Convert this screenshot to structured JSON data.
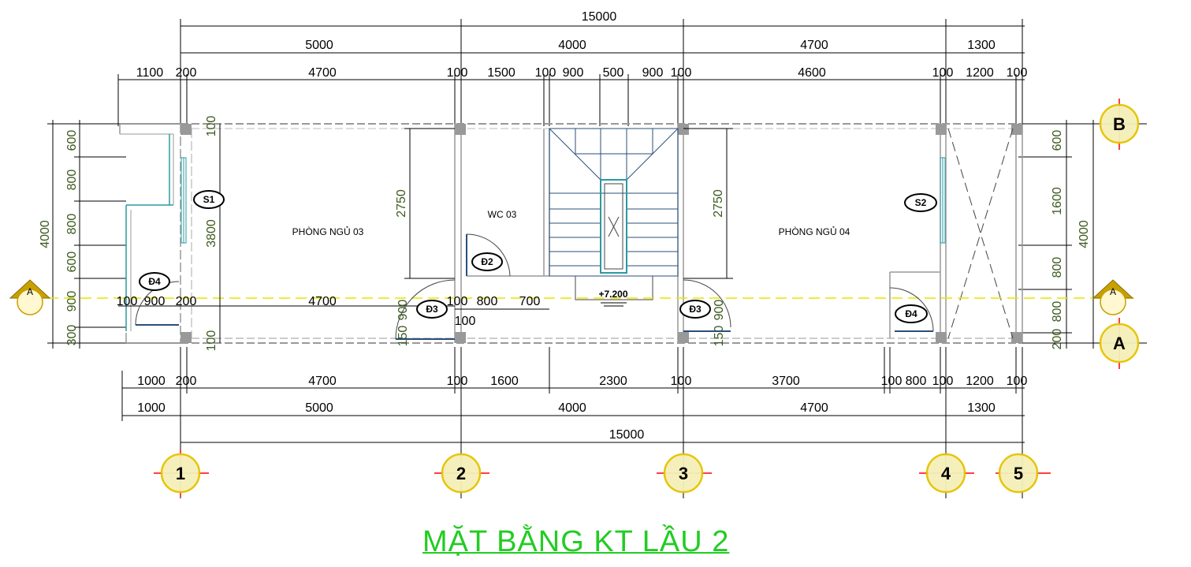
{
  "title": "MẶT BẰNG KT LẦU 2",
  "rooms": {
    "bedroom3": "PHÒNG NGỦ 03",
    "bedroom4": "PHÒNG NGỦ 04",
    "wc3": "WC 03",
    "level": "+7.200"
  },
  "grid_axes": {
    "vertical": [
      "1",
      "2",
      "3",
      "4",
      "5"
    ],
    "horizontal": [
      "B",
      "A"
    ],
    "section": "A"
  },
  "tags": {
    "s1": "S1",
    "s2": "S2",
    "d2": "Đ2",
    "d3_left": "Đ3",
    "d3_right": "Đ3",
    "d4_left": "Đ4",
    "d4_right": "Đ4"
  },
  "dims_top": {
    "total": "15000",
    "row2": [
      "5000",
      "4000",
      "4700",
      "1300"
    ],
    "row3": [
      "1100",
      "200",
      "4700",
      "100",
      "1500",
      "100",
      "900",
      "500",
      "900",
      "100",
      "4600",
      "100",
      "1200",
      "100"
    ]
  },
  "dims_bottom": {
    "row1": [
      "1000",
      "200",
      "4700",
      "100",
      "1600",
      "2300",
      "100",
      "3700",
      "100",
      "800",
      "100",
      "1200",
      "100"
    ],
    "row2": [
      "1000",
      "5000",
      "4000",
      "4700",
      "1300"
    ],
    "total": "15000"
  },
  "dims_left": {
    "total": "4000",
    "parts": [
      "600",
      "800",
      "800",
      "600",
      "900",
      "300"
    ]
  },
  "dims_right": {
    "total": "4000",
    "parts": [
      "600",
      "1600",
      "800",
      "800",
      "200"
    ]
  },
  "dims_interior": {
    "h2750_left": "2750",
    "h2750_right": "2750",
    "v100_top": "100",
    "v3800": "3800",
    "v100_bot": "100",
    "row_left": [
      "100",
      "900",
      "200",
      "4700"
    ],
    "row_mid": [
      "100",
      "800",
      "700"
    ],
    "mid_100": "100",
    "v150_left": "150",
    "v900_left": "900",
    "v150_right": "150",
    "v900_right": "900"
  },
  "colors": {
    "wall": "#b5b5b5",
    "dimension_text_vertical": "#3c5a1e",
    "title": "#22cc22",
    "axis_marker_fill": "#f5f0b8",
    "axis_marker_ring": "#e6c200",
    "axis_cross": "#ff0000",
    "section_line": "#e6e600",
    "section_marker": "#c8a000",
    "glass": "#2a9aa0",
    "stair": "#2a4f7a"
  }
}
